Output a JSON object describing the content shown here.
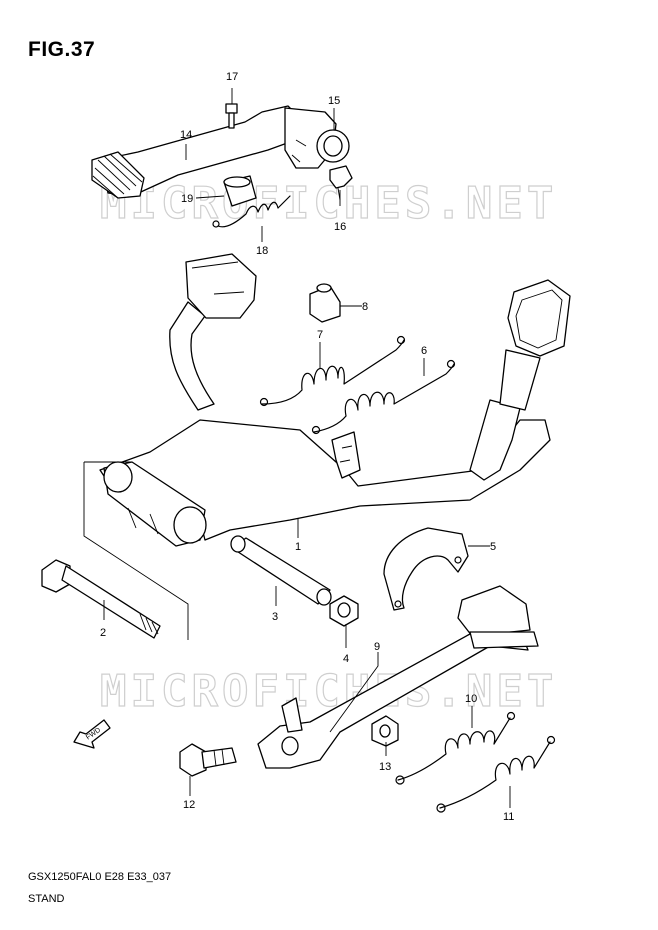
{
  "figure_title": "FIG.37",
  "watermark": "MICROFICHES.NET",
  "fwd_text": "FWD",
  "footer": {
    "model_code": "GSX1250FAL0 E28 E33_037",
    "section": "STAND"
  },
  "callouts": {
    "p1": "1",
    "p2": "2",
    "p3": "3",
    "p4": "4",
    "p5": "5",
    "p6": "6",
    "p7": "7",
    "p8": "8",
    "p9": "9",
    "p10": "10",
    "p11": "11",
    "p12": "12",
    "p13": "13",
    "p14": "14",
    "p15": "15",
    "p16": "16",
    "p17": "17",
    "p18": "18",
    "p19": "19"
  }
}
